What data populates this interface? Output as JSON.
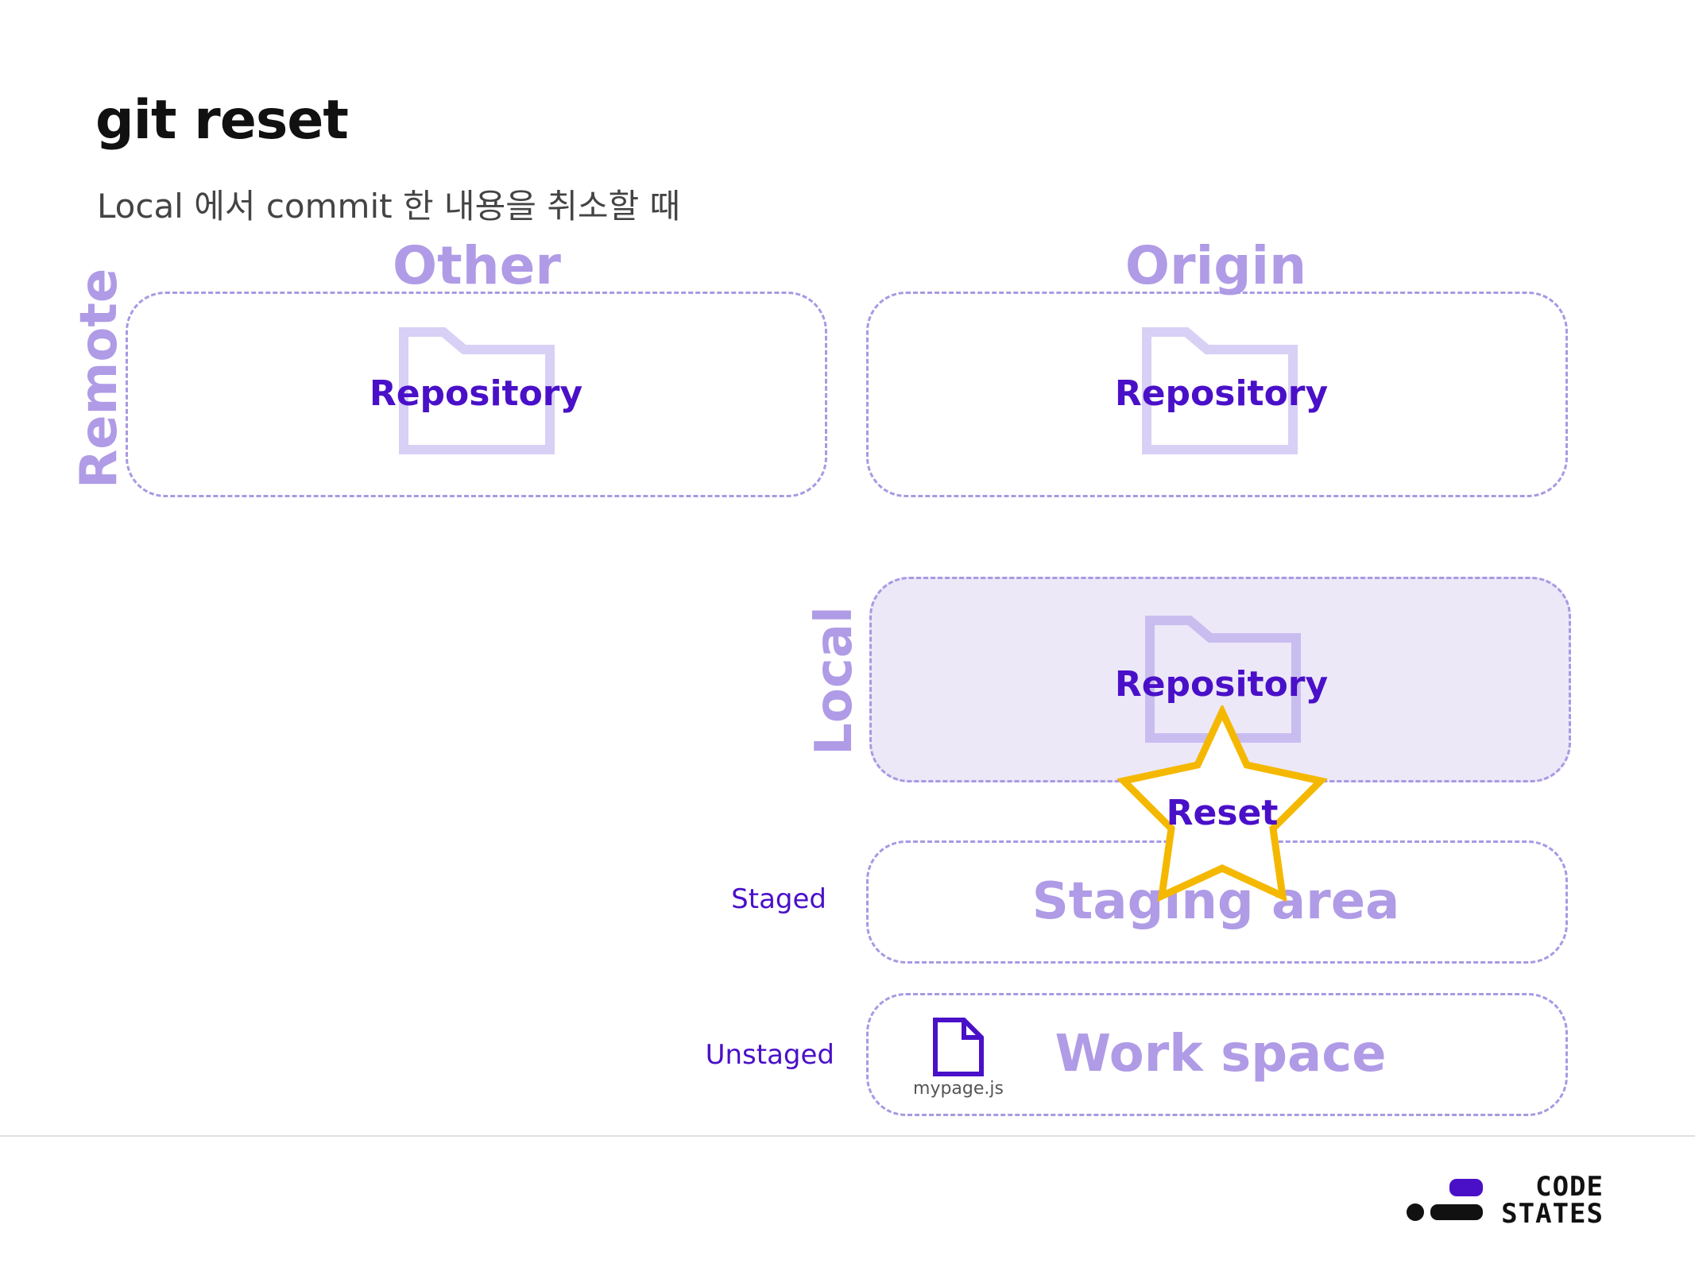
{
  "title": "git reset",
  "subtitle": "Local 에서 commit 한 내용을 취소할 때",
  "remote": {
    "side_label": "Remote",
    "other": {
      "heading": "Other",
      "repo_label": "Repository"
    },
    "origin": {
      "heading": "Origin",
      "repo_label": "Repository"
    }
  },
  "local": {
    "side_label": "Local",
    "repo_label": "Repository",
    "action_label": "Reset",
    "staging": {
      "state_label": "Staged",
      "area_label": "Staging area"
    },
    "workspace": {
      "state_label": "Unstaged",
      "area_label": "Work space",
      "file_name": "mypage.js"
    }
  },
  "brand": {
    "line1": "CODE",
    "line2": "STATES"
  },
  "colors": {
    "accent": "#4a10c8",
    "muted_purple": "#b09be6",
    "folder": "#d8d0f5",
    "star": "#f5b800"
  },
  "icons": [
    "folder-icon",
    "star-icon",
    "file-icon",
    "codestates-logo"
  ]
}
